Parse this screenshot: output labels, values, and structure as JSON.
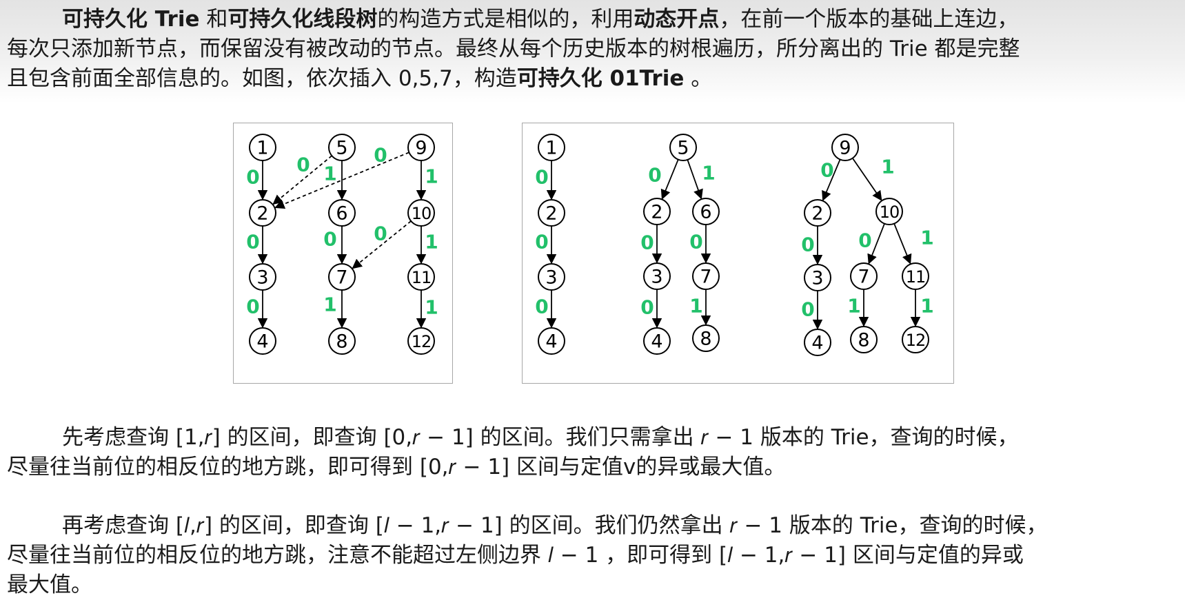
{
  "paragraph1": {
    "line1": [
      {
        "t": "可持久化 Trie",
        "b": true
      },
      {
        "t": " 和",
        "b": false
      },
      {
        "t": "可持久化线段树",
        "b": true
      },
      {
        "t": "的构造方式是相似的，利用",
        "b": false
      },
      {
        "t": "动态开点",
        "b": true
      },
      {
        "t": "，在前一个版本的基础上连边，",
        "b": false
      }
    ],
    "line2": "每次只添加新节点，而保留没有被改动的节点。最终从每个历史版本的树根遍历，所分离出的 Trie 都是完整",
    "line3": [
      {
        "t": "且包含前面全部信息的。如图，依次插入 0,5,7，构造",
        "b": false
      },
      {
        "t": "可持久化 01Trie",
        "b": true
      },
      {
        "t": " 。",
        "b": false
      }
    ]
  },
  "paragraph2": {
    "line1": "先考虑查询 [1,𝑟] 的区间，即查询 [0,𝑟 − 1] 的区间。我们只需拿出 𝑟 − 1 版本的 Trie，查询的时候，",
    "line2": "尽量往当前位的相反位的地方跳，即可得到 [0,𝑟 − 1] 区间与定值v的异或最大值。"
  },
  "paragraph3": {
    "line1": "再考虑查询 [𝑙,𝑟] 的区间，即查询 [𝑙 − 1,𝑟 − 1] 的区间。我们仍然拿出 𝑟 − 1 版本的 Trie，查询的时候，",
    "line2": "尽量往当前位的相反位的地方跳，注意不能超过左侧边界 𝑙 − 1 ，即可得到 [𝑙 − 1,𝑟 − 1] 区间与定值的异或",
    "line3": "最大值。"
  },
  "colors": {
    "edge_label": "#22c06a",
    "node_stroke": "#000000",
    "figure_border": "#a6a6a6"
  },
  "figure1": {
    "nodes": [
      {
        "id": "1",
        "label": "1"
      },
      {
        "id": "2",
        "label": "2"
      },
      {
        "id": "3",
        "label": "3"
      },
      {
        "id": "4",
        "label": "4"
      },
      {
        "id": "5",
        "label": "5"
      },
      {
        "id": "6",
        "label": "6"
      },
      {
        "id": "7",
        "label": "7"
      },
      {
        "id": "8",
        "label": "8"
      },
      {
        "id": "9",
        "label": "9"
      },
      {
        "id": "10",
        "label": "10"
      },
      {
        "id": "11",
        "label": "11"
      },
      {
        "id": "12",
        "label": "12"
      }
    ],
    "edges": [
      {
        "from": "1",
        "to": "2",
        "label": "0",
        "style": "solid"
      },
      {
        "from": "2",
        "to": "3",
        "label": "0",
        "style": "solid"
      },
      {
        "from": "3",
        "to": "4",
        "label": "0",
        "style": "solid"
      },
      {
        "from": "5",
        "to": "2",
        "label": "0",
        "style": "dashed"
      },
      {
        "from": "5",
        "to": "6",
        "label": "1",
        "style": "solid"
      },
      {
        "from": "6",
        "to": "7",
        "label": "0",
        "style": "solid"
      },
      {
        "from": "7",
        "to": "8",
        "label": "1",
        "style": "solid"
      },
      {
        "from": "9",
        "to": "2",
        "label": "0",
        "style": "dashed"
      },
      {
        "from": "9",
        "to": "10",
        "label": "1",
        "style": "solid"
      },
      {
        "from": "10",
        "to": "7",
        "label": "0",
        "style": "dashed"
      },
      {
        "from": "10",
        "to": "11",
        "label": "1",
        "style": "solid"
      },
      {
        "from": "11",
        "to": "12",
        "label": "1",
        "style": "solid"
      }
    ]
  },
  "figure2": {
    "nodes": [
      {
        "id": "a1",
        "label": "1"
      },
      {
        "id": "a2",
        "label": "2"
      },
      {
        "id": "a3",
        "label": "3"
      },
      {
        "id": "a4",
        "label": "4"
      },
      {
        "id": "b5",
        "label": "5"
      },
      {
        "id": "b2",
        "label": "2"
      },
      {
        "id": "b3",
        "label": "3"
      },
      {
        "id": "b4",
        "label": "4"
      },
      {
        "id": "b6",
        "label": "6"
      },
      {
        "id": "b7",
        "label": "7"
      },
      {
        "id": "b8",
        "label": "8"
      },
      {
        "id": "c9",
        "label": "9"
      },
      {
        "id": "c2",
        "label": "2"
      },
      {
        "id": "c3",
        "label": "3"
      },
      {
        "id": "c4",
        "label": "4"
      },
      {
        "id": "c10",
        "label": "10"
      },
      {
        "id": "c7",
        "label": "7"
      },
      {
        "id": "c8",
        "label": "8"
      },
      {
        "id": "c11",
        "label": "11"
      },
      {
        "id": "c12",
        "label": "12"
      }
    ],
    "edges": [
      {
        "from": "a1",
        "to": "a2",
        "label": "0",
        "style": "solid"
      },
      {
        "from": "a2",
        "to": "a3",
        "label": "0",
        "style": "solid"
      },
      {
        "from": "a3",
        "to": "a4",
        "label": "0",
        "style": "solid"
      },
      {
        "from": "b5",
        "to": "b2",
        "label": "0",
        "style": "solid"
      },
      {
        "from": "b5",
        "to": "b6",
        "label": "1",
        "style": "solid"
      },
      {
        "from": "b2",
        "to": "b3",
        "label": "0",
        "style": "solid"
      },
      {
        "from": "b3",
        "to": "b4",
        "label": "0",
        "style": "solid"
      },
      {
        "from": "b6",
        "to": "b7",
        "label": "0",
        "style": "solid"
      },
      {
        "from": "b7",
        "to": "b8",
        "label": "1",
        "style": "solid"
      },
      {
        "from": "c9",
        "to": "c2",
        "label": "0",
        "style": "solid"
      },
      {
        "from": "c9",
        "to": "c10",
        "label": "1",
        "style": "solid"
      },
      {
        "from": "c2",
        "to": "c3",
        "label": "0",
        "style": "solid"
      },
      {
        "from": "c3",
        "to": "c4",
        "label": "0",
        "style": "solid"
      },
      {
        "from": "c10",
        "to": "c7",
        "label": "0",
        "style": "solid"
      },
      {
        "from": "c10",
        "to": "c11",
        "label": "1",
        "style": "solid"
      },
      {
        "from": "c7",
        "to": "c8",
        "label": "1",
        "style": "solid"
      },
      {
        "from": "c11",
        "to": "c12",
        "label": "1",
        "style": "solid"
      }
    ]
  }
}
